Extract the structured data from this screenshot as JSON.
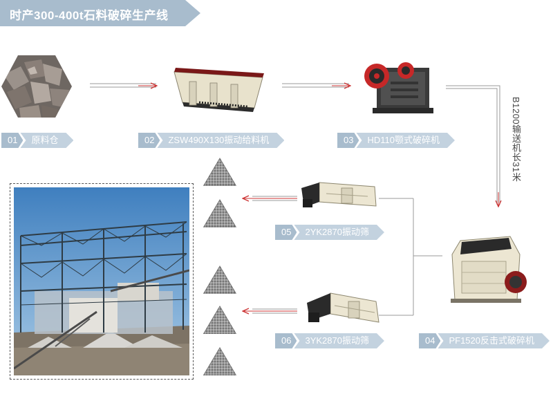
{
  "title": "时产300-400t石料破碎生产线",
  "conveyor_label": "B1200输送机长31米",
  "steps": [
    {
      "num": "01",
      "label": "原料仓"
    },
    {
      "num": "02",
      "label": "ZSW490X130振动给料机"
    },
    {
      "num": "03",
      "label": "HD110颚式破碎机"
    },
    {
      "num": "04",
      "label": "PF1520反击式破碎机"
    },
    {
      "num": "05",
      "label": "2YK2870振动筛"
    },
    {
      "num": "06",
      "label": "3YK2870振动筛"
    }
  ],
  "colors": {
    "ribbon": "#a8bccd",
    "ribbon_light": "#c3d2df",
    "arrow": "#cc3333",
    "line": "#9a9a9a"
  }
}
